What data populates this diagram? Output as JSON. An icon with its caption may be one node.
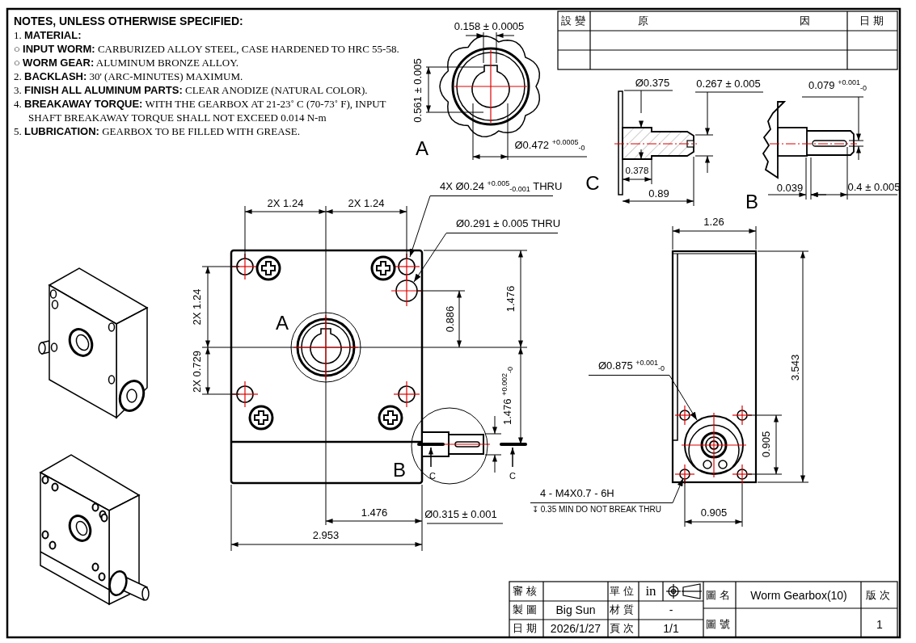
{
  "diagram": {
    "nodes": [
      {
        "text": [
          "4X Ø0.24 $^{+0.005}$$_{-0.001}$ THRU"
        ]
      },
      {
        "text": [
          "Ø0.291 ± 0.005  THRU"
        ]
      },
      {
        "text": [
          "Ø0.875 $^{+0.001}$$_{-0}$"
        ]
      },
      {
        "text": [
          "4 - M4X0.7 - 6H",
          "↧ 0.35 MIN DO NOT BREAK THRU"
        ]
      }
    ],
    "edges": [
      {
        "from": 0,
        "to": null,
        "arrow": "to"
      },
      {
        "from": 1,
        "to": null,
        "arrow": "to"
      },
      {
        "from": 2,
        "to": null,
        "arrow": "to"
      },
      {
        "from": 3,
        "to": null,
        "arrow": "to"
      }
    ],
    "labels": [
      "NOTES, UNLESS OTHERWISE SPECIFIED:",
      "1. **MATERIAL:**",
      "○ **INPUT WORM:** CARBURIZED ALLOY STEEL, CASE HARDENED TO HRC 55-58.",
      "○ **WORM GEAR:** ALUMINUM BRONZE ALLOY.",
      "2. **BACKLASH:** 30' (ARC-MINUTES) MAXIMUM.",
      "3. **FINISH ALL ALUMINUM PARTS:** CLEAR ANODIZE (NATURAL COLOR).",
      "4. **BREAKAWAY TORQUE:** WITH THE GEARBOX AT 21-23˚ C (70-73˚ F), INPUT SHAFT BREAKAWAY TORQUE SHALL NOT EXCEED 0.014 N-m",
      "5. **LUBRICATION:** GEARBOX TO BE FILLED WITH GREASE.",
      "0.158 ± 0.0005",
      "0.561 ± 0.005",
      "A",
      "Ø0.472 $^{+0.0005}$$_{-0}$",
      "Ø0.375",
      "0.267 ± 0.005",
      "0.079 $^{+0.001}$$_{-0}$",
      "C",
      "0.378",
      "0.89",
      "0.039",
      "0.4 ± 0.005",
      "B",
      "2X 1.24",
      "2X 1.24",
      "1.26",
      "2X 1.24",
      "A",
      "0.886",
      "1.476",
      "3.543",
      "2X 0.729",
      "1.476 $^{+0.002}$$_{-0}$",
      "0.905",
      "C",
      "B",
      "C",
      "1.476",
      "Ø0.315 ± 0.001",
      "0.905",
      "2.953",
      "設變",
      "原",
      "因",
      "日期",
      "審核",
      "單位",
      "in",
      "圖名",
      "Worm Gearbox(10)",
      "版次",
      "製圖",
      "Big Sun",
      "材質",
      "-",
      "日期",
      "2026/1/27",
      "頁次",
      "1/1",
      "圖號",
      "1"
    ]
  }
}
